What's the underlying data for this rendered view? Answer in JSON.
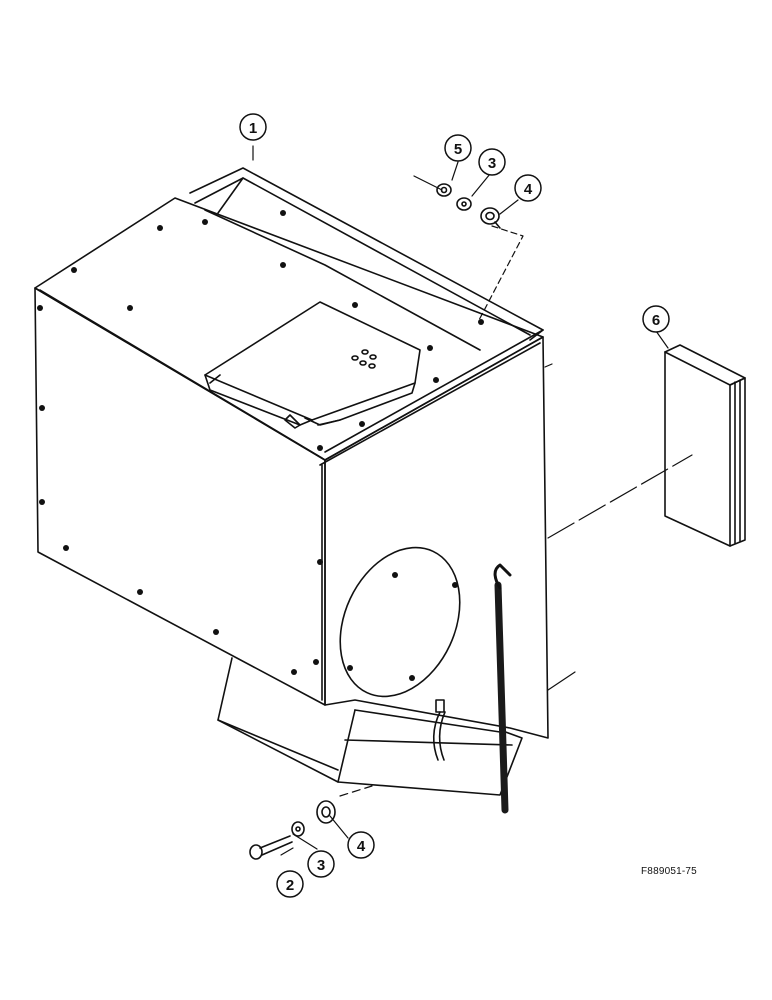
{
  "figure_id": "F889051-75",
  "callouts": [
    {
      "label": "1"
    },
    {
      "label": "5"
    },
    {
      "label": "3"
    },
    {
      "label": "4"
    },
    {
      "label": "6"
    },
    {
      "label": "2"
    },
    {
      "label": "3"
    },
    {
      "label": "4"
    }
  ],
  "colors": {
    "line": "#111111",
    "background": "#ffffff",
    "hose": "#1a1a1a"
  }
}
